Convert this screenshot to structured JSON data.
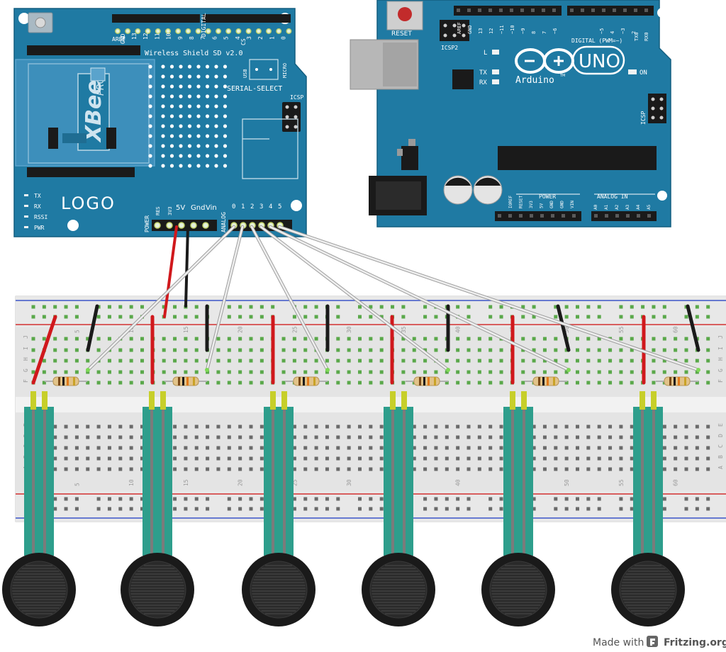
{
  "shield": {
    "title": "Wireless Shield SD v2.0",
    "logo": "LOGO",
    "xbee_brand": "XBee",
    "xbee_model": "PRO",
    "serial_select": "SERIAL-SELECT",
    "usb": "USB",
    "micro": "MICRO",
    "cs": "CS",
    "icsp": "ICSP",
    "aref": "AREF",
    "gnd": "GND",
    "digital": "DIGITAL",
    "analog": "ANALOG",
    "power": "POWER",
    "leds": [
      "TX",
      "RX",
      "RSSI",
      "PWR"
    ],
    "power_pins": [
      "RES",
      "3V3",
      "5V",
      "Gnd",
      "Vin"
    ],
    "analog_pins": [
      "0",
      "1",
      "2",
      "3",
      "4",
      "5"
    ],
    "digital_pins": [
      "13",
      "12",
      "11",
      "10",
      "9",
      "8",
      "7",
      "6",
      "5",
      "4",
      "3",
      "2",
      "1",
      "0"
    ]
  },
  "uno": {
    "reset": "RESET",
    "icsp2": "ICSP2",
    "icsp": "ICSP",
    "brand": "Arduino",
    "tm": "TM",
    "model": "UNO",
    "on": "ON",
    "led_l": "L",
    "led_tx": "TX",
    "led_rx": "RX",
    "digital_label": "DIGITAL (PWM=~)",
    "tx_label": "TX0",
    "rx_label": "RX0",
    "power_label": "POWER",
    "analog_label": "ANALOG IN",
    "header_top": [
      "AREF",
      "GND",
      "13",
      "12",
      "~11",
      "~10",
      "~9",
      "8",
      "7",
      "~6",
      "~5",
      "4",
      "~3",
      "2"
    ],
    "power_pins": [
      "IOREF",
      "RESET",
      "3V3",
      "5V",
      "GND",
      "GND",
      "VIN"
    ],
    "analog_pins": [
      "A0",
      "A1",
      "A2",
      "A3",
      "A4",
      "A5"
    ]
  },
  "breadboard": {
    "column_numbers": [
      "5",
      "10",
      "15",
      "20",
      "25",
      "30",
      "35",
      "40",
      "45",
      "50",
      "55",
      "60"
    ],
    "rows_top": [
      "J",
      "I",
      "H",
      "G",
      "F"
    ],
    "rows_bottom": [
      "E",
      "D",
      "C",
      "B",
      "A"
    ]
  },
  "watermark": {
    "made_with": "Made with",
    "brand": "Fritzing.org"
  },
  "colors": {
    "board_blue": "#1f7aa3",
    "wire_red": "#d0181c",
    "wire_black": "#1a1a1a",
    "wire_white": "#e6e6e6",
    "sensor_teal": "#2e9e8c",
    "lead_yellow": "#c7cf2a"
  }
}
